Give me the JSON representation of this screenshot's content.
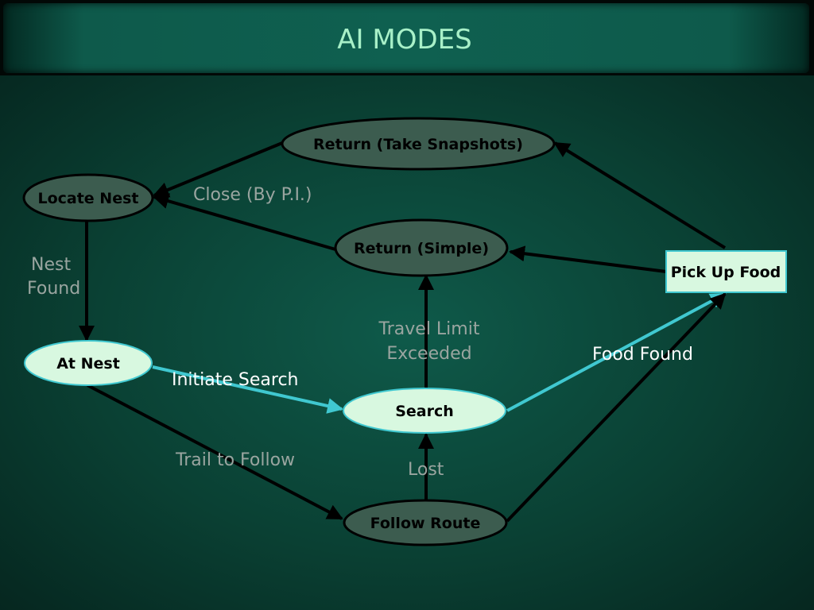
{
  "title": "AI MODES",
  "colors": {
    "dark_node_fill": "#3c5c4f",
    "light_node_fill": "#d8f8e0",
    "black_arrow": "#000000",
    "cyan_arrow": "#40c8d0",
    "title_text": "#a8f0c8",
    "gray_label": "#9aa5a0",
    "white_label": "#ffffff"
  },
  "nodes": {
    "return_take_snapshots": "Return (Take Snapshots)",
    "locate_nest": "Locate Nest",
    "return_simple": "Return (Simple)",
    "pick_up_food": "Pick Up Food",
    "at_nest": "At Nest",
    "search": "Search",
    "follow_route": "Follow Route"
  },
  "edge_labels": {
    "close_by_pi": "Close (By P.I.)",
    "nest_found_line1": "Nest",
    "nest_found_line2": "Found",
    "travel_limit_line1": "Travel Limit",
    "travel_limit_line2": "Exceeded",
    "food_found": "Food Found",
    "initiate_search": "Initiate Search",
    "trail_to_follow": "Trail to Follow",
    "lost": "Lost"
  }
}
